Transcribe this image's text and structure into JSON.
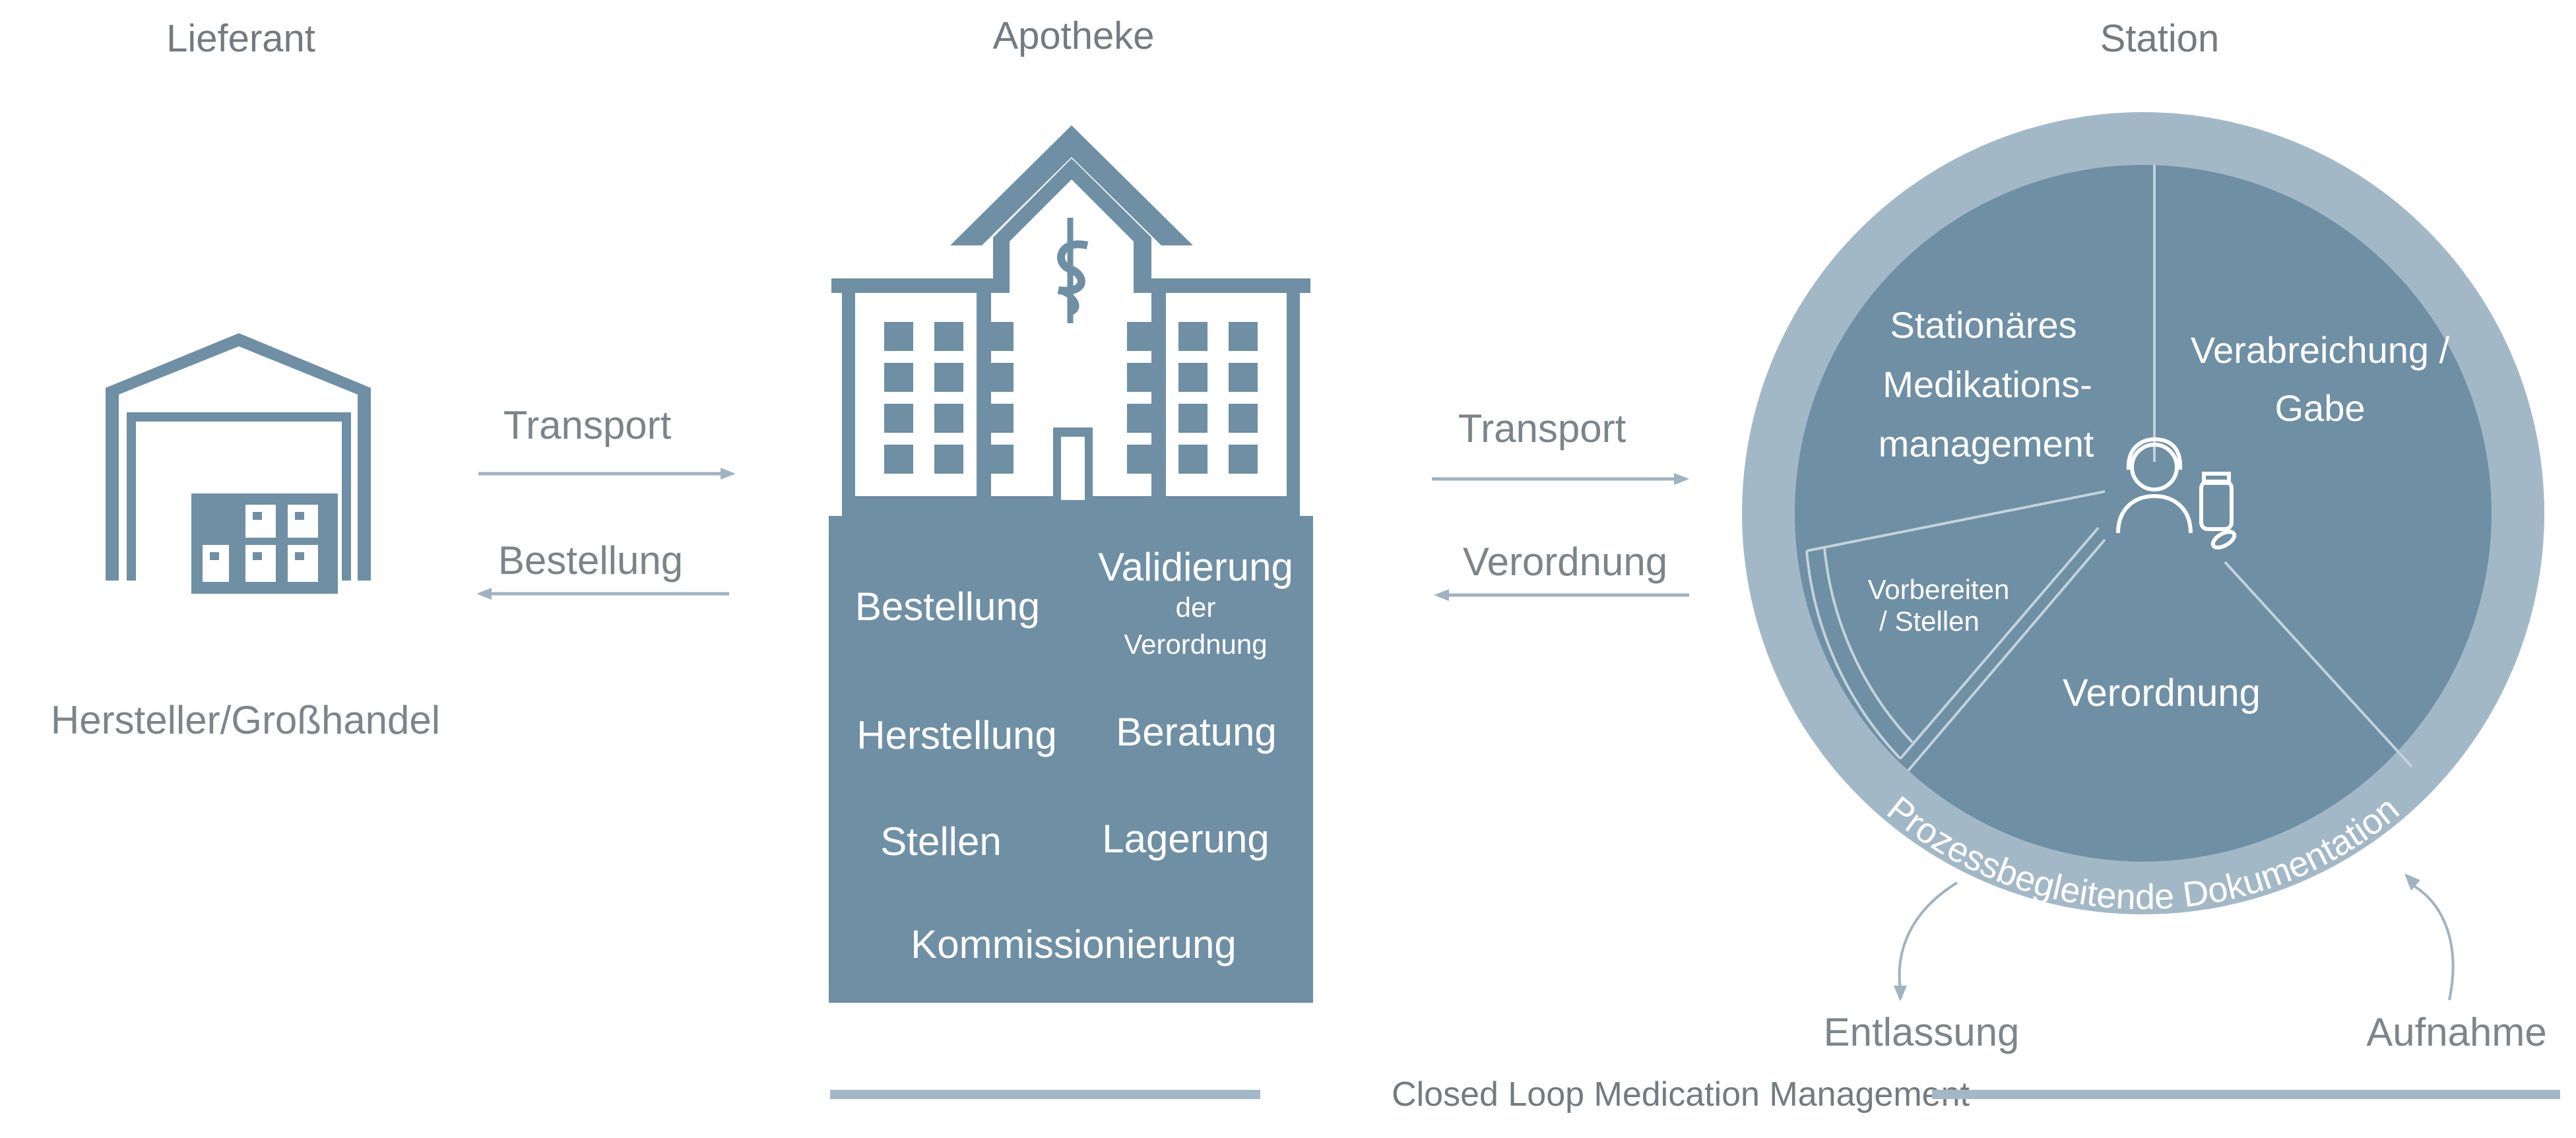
{
  "colors": {
    "primary": "#6e8fa4",
    "ring": "#a3b8c7",
    "arrow": "#9fb3c1",
    "text": "#747b80"
  },
  "columns": {
    "supplier": {
      "title": "Lieferant",
      "caption": "Hersteller/Großhandel",
      "icon": "warehouse-icon"
    },
    "pharmacy": {
      "title": "Apotheke",
      "icon": "pharmacy-building-icon",
      "tasks": {
        "bestellung": "Bestellung",
        "validierung": "Validierung",
        "validierung_der": "der",
        "validierung_verordnung": "Verordnung",
        "herstellung": "Herstellung",
        "beratung": "Beratung",
        "stellen": "Stellen",
        "lagerung": "Lagerung",
        "kommissionierung": "Kommissionierung"
      }
    },
    "ward": {
      "title": "Station",
      "icon": "nurse-with-medicine-icon",
      "segments": {
        "stationaeres_1": "Stationäres",
        "stationaeres_2": "Medikations-",
        "stationaeres_3": "management",
        "verabreichung_1": "Verabreichung /",
        "verabreichung_2": "Gabe",
        "vorbereiten_1": "Vorbereiten",
        "vorbereiten_2": "/ Stellen",
        "verordnung": "Verordnung"
      },
      "ring_label": "Prozessbegleitende Dokumentation",
      "discharge": "Entlassung",
      "admission": "Aufnahme"
    }
  },
  "flows": {
    "left_top": "Transport",
    "left_bottom": "Bestellung",
    "right_top": "Transport",
    "right_bottom": "Verordnung"
  },
  "footer": "Closed Loop Medication Management"
}
